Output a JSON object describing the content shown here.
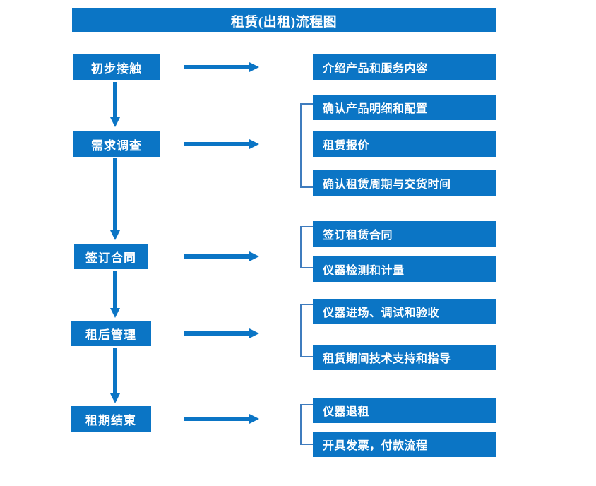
{
  "chart_data": {
    "type": "diagram",
    "diagram_kind": "flowchart",
    "title": "租赁(出租)流程图",
    "orientation": "vertical-stages-with-right-details",
    "accent_color": "#0b75c5",
    "bracket_color": "#3f7cbe",
    "text_color": "#ffffff",
    "background": "#ffffff",
    "stages": [
      {
        "label": "初步接触",
        "details": [
          "介绍产品和服务内容"
        ],
        "bracketed": false
      },
      {
        "label": "需求调查",
        "details": [
          "确认产品明细和配置",
          "租赁报价",
          "确认租赁周期与交货时间"
        ],
        "bracketed": true
      },
      {
        "label": "签订合同",
        "details": [
          "签订租赁合同",
          "仪器检测和计量"
        ],
        "bracketed": true
      },
      {
        "label": "租后管理",
        "details": [
          "仪器进场、调试和验收",
          "租赁期间技术支持和指导"
        ],
        "bracketed": true
      },
      {
        "label": "租期结束",
        "details": [
          "仪器退租",
          "开具发票，付款流程"
        ],
        "bracketed": true
      }
    ]
  },
  "header": {
    "title": "租赁(出租)流程图"
  },
  "stages": [
    {
      "label": "初步接触"
    },
    {
      "label": "需求调查"
    },
    {
      "label": "签订合同"
    },
    {
      "label": "租后管理"
    },
    {
      "label": "租期结束"
    }
  ],
  "details": {
    "group1": [
      {
        "label": "介绍产品和服务内容"
      }
    ],
    "group2": [
      {
        "label": "确认产品明细和配置"
      },
      {
        "label": "租赁报价"
      },
      {
        "label": "确认租赁周期与交货时间"
      }
    ],
    "group3": [
      {
        "label": "签订租赁合同"
      },
      {
        "label": "仪器检测和计量"
      }
    ],
    "group4": [
      {
        "label": "仪器进场、调试和验收"
      },
      {
        "label": "租赁期间技术支持和指导"
      }
    ],
    "group5": [
      {
        "label": "仪器退租"
      },
      {
        "label": "开具发票，付款流程"
      }
    ]
  },
  "connectors": {
    "down_arrow_icon": "arrow-down-icon",
    "right_arrow_icon": "arrow-right-icon",
    "bracket_icon": "bracket-icon"
  }
}
